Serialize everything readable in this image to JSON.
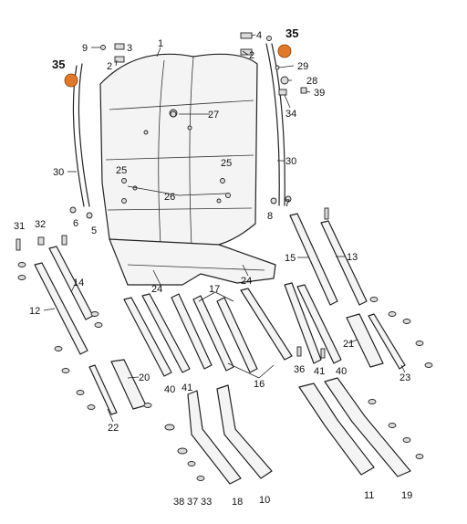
{
  "labels": {
    "l1": "1",
    "l2a": "2",
    "l2b": "2",
    "l3": "3",
    "l4": "4",
    "l5": "5",
    "l6": "6",
    "l7": "7",
    "l8": "8",
    "l9": "9",
    "l10": "10",
    "l11": "11",
    "l12": "12",
    "l13": "13",
    "l14": "14",
    "l15": "15",
    "l16": "16",
    "l17": "17",
    "l18": "18",
    "l19": "19",
    "l20": "20",
    "l21": "21",
    "l22": "22",
    "l23": "23",
    "l24a": "24",
    "l24b": "24",
    "l25a": "25",
    "l25b": "25",
    "l26": "26",
    "l27": "27",
    "l28": "28",
    "l29": "29",
    "l30a": "30",
    "l30b": "30",
    "l31": "31",
    "l32": "32",
    "l33": "33",
    "l34": "34",
    "l35a": "35",
    "l35b": "35",
    "l36": "36",
    "l37": "37",
    "l38": "38",
    "l39": "39",
    "l40a": "40",
    "l40b": "40",
    "l41a": "41",
    "l41b": "41"
  },
  "colors": {
    "highlight_dot": "#e07a2a",
    "line": "#222222",
    "background": "#ffffff"
  }
}
